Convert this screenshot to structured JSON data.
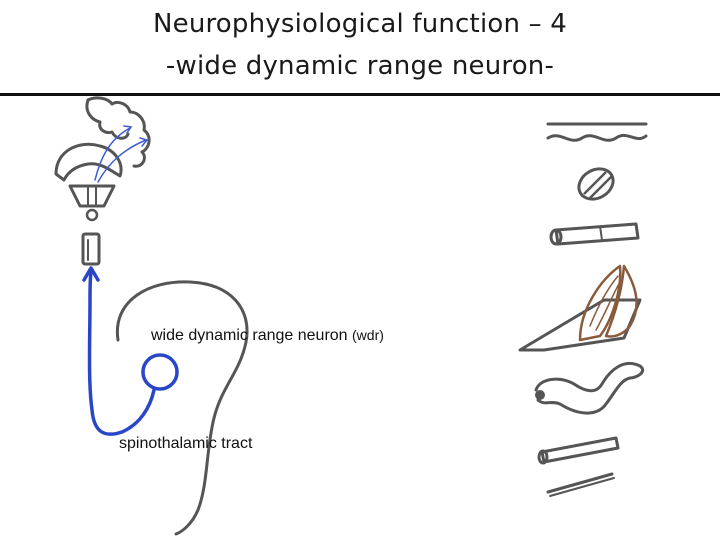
{
  "title": {
    "line1": "Neurophysiological function – 4",
    "line2": "-wide dynamic range neuron-"
  },
  "labels": {
    "wdr": "wide dynamic range neuron",
    "wdr_abbr": "(wdr)",
    "spinothalamic": "spinothalamic tract"
  },
  "colors": {
    "background": "#ffffff",
    "title_text": "#1a1a1a",
    "divider": "#111111",
    "sketch_gray": "#555555",
    "pathway_blue": "#2a46c8",
    "muscle_brown": "#8a5a3c"
  },
  "icons": [
    "brain-icon",
    "spinal-cord-segments-icon",
    "skin-wave-icon",
    "nerve-bundle-icon",
    "blood-vessel-icon",
    "muscle-icon",
    "gut-icon",
    "bone-icon",
    "tendon-icon"
  ]
}
